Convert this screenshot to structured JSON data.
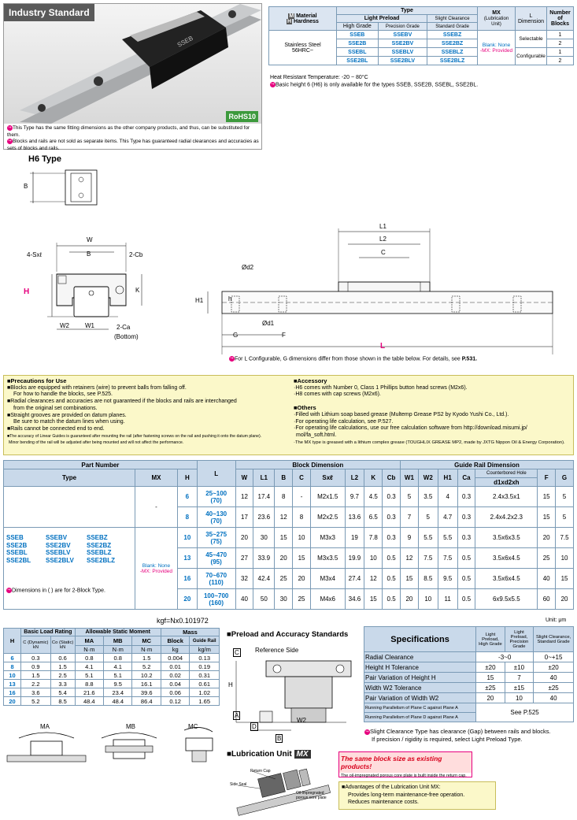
{
  "header": {
    "title": "Industry Standard",
    "rohs": "RoHS10",
    "product_label": "SSEB"
  },
  "notes_left": [
    "This Type has the same fitting dimensions as the other company products, and thus, can be substituted for them.",
    "Blocks and rails are not sold as separate items. This Type has guaranteed radial clearances and accuracies as sets of blocks and rails."
  ],
  "type_table": {
    "h_material": "Material",
    "h_hardness": "Hardness",
    "m_badge": "M",
    "h_badge": "H",
    "h_type": "Type",
    "h_light": "Light Preload",
    "h_slight": "Slight Clearance",
    "h_high": "High Grade",
    "h_precision": "Precision Grade",
    "h_standard": "Standard Grade",
    "h_mx": "MX",
    "h_mx_sub": "(Lubrication Unit)",
    "h_l": "L",
    "h_l_sub": "Dimension",
    "h_num": "Number of Blocks",
    "material": "Stainless Steel",
    "hardness": "56HRC~",
    "rows": [
      {
        "high": "SSEB",
        "precision": "SSEBV",
        "standard": "SSEBZ",
        "num": "1"
      },
      {
        "high": "SSE2B",
        "precision": "SSE2BV",
        "standard": "SSE2BZ",
        "num": "2"
      },
      {
        "high": "SSEBL",
        "precision": "SSEBLV",
        "standard": "SSEBLZ",
        "num": "1"
      },
      {
        "high": "SSE2BL",
        "precision": "SSE2BLV",
        "standard": "SSE2BLZ",
        "num": "2"
      }
    ],
    "mx_blank": "Blank: None",
    "mx_mx": "-MX: Provided",
    "l_sel": "Selectable",
    "l_conf": "Configurable"
  },
  "heat_note": "Heat Resistant Temperature: -20 ~ 80°C",
  "basic_note": "Basic height 6 (H6) is only available for the types SSEB, SSE2B, SSEBL, SSE2BL.",
  "h6": {
    "title": "H6 Type",
    "b": "B"
  },
  "dims": {
    "W": "W",
    "B": "B",
    "sx": "4-Sxℓ",
    "cb": "2-Cb",
    "H": "H",
    "K": "K",
    "W2": "W2",
    "W1": "W1",
    "ca": "2-Ca",
    "bottom": "(Bottom)",
    "L1": "L1",
    "L2": "L2",
    "C": "C",
    "d2": "Ød2",
    "H1": "H1",
    "h": "h",
    "d1": "Ød1",
    "G": "G",
    "F": "F",
    "L": "L"
  },
  "l_note": "For L Configurable, G dimensions differ from those shown in the table below. For details, see",
  "l_note_ref": "P.531.",
  "precautions": {
    "title": "Precautions for Use",
    "lines": [
      "Blocks are equipped with retainers (wire) to prevent balls from falling off.",
      "For how to handle the blocks, see P.525.",
      "Radial clearances and accuracies are not guaranteed if the blocks and rails are interchanged",
      "from the original set combinations.",
      "Straight grooves are provided on datum planes.",
      "Be sure to match the datum lines when using.",
      "Rails cannot be connected end to end.",
      "The accuracy of Linear Guides is guaranteed after mounting the rail (after fastening screws on the rail and pushing it onto the datum plane).",
      "Minor bending of the rail will be adjusted after being mounted and will not affect the performance."
    ]
  },
  "accessory": {
    "title": "Accessory",
    "lines": [
      "H6 comes with Number 0, Class 1 Phillips button head screws (M2x6).",
      "H8 comes with cap screws (M2x6)."
    ],
    "others_title": "Others",
    "others": [
      "Filled with Lithium soap based grease (Multemp Grease PS2 by Kyodo Yushi Co., Ltd.).",
      "For operating life calculation, see P.527.",
      "For operating life calculations, use our free calculation software from http://download.misumi.jp/",
      "mol/fa_soft.html.",
      "The MX type is greased with a lithium complex grease (TOUGHLIX GREASE MP2, made by JXTG Nippon Oil & Energy Corporation)."
    ]
  },
  "main_table": {
    "h_part": "Part Number",
    "h_type": "Type",
    "h_mx": "MX",
    "h_h": "H",
    "h_l": "L",
    "h_block": "Block Dimension",
    "h_rail": "Guide Rail Dimension",
    "cols_block": [
      "W",
      "L1",
      "B",
      "C",
      "Sxℓ",
      "L2",
      "K",
      "Cb"
    ],
    "cols_rail": [
      "W1",
      "W2",
      "H1",
      "Ca"
    ],
    "h_cb_hole": "Counterbored Hole",
    "h_cb_sub": "d1xd2xh",
    "h_f": "F",
    "h_g": "G",
    "mx_dash": "-",
    "types": [
      "SSEB",
      "SSEBV",
      "SSEBZ",
      "SSE2B",
      "SSE2BV",
      "SSE2BZ",
      "SSEBL",
      "SSEBLV",
      "SSEBLZ",
      "SSE2BL",
      "SSE2BLV",
      "SSE2BLZ"
    ],
    "mx_blank": "Blank: None",
    "mx_mx": "-MX: Provided",
    "dim_note": "Dimensions in ( ) are for 2-Block Type.",
    "rows": [
      [
        "6",
        "25~100",
        "(70)",
        "12",
        "17.4",
        "8",
        "-",
        "M2x1.5",
        "9.7",
        "4.5",
        "0.3",
        "5",
        "3.5",
        "4",
        "0.3",
        "2.4x3.5x1",
        "15",
        "5"
      ],
      [
        "8",
        "40~130",
        "(70)",
        "17",
        "23.6",
        "12",
        "8",
        "M2x2.5",
        "13.6",
        "6.5",
        "0.3",
        "7",
        "5",
        "4.7",
        "0.3",
        "2.4x4.2x2.3",
        "15",
        "5"
      ],
      [
        "10",
        "35~275",
        "(75)",
        "20",
        "30",
        "15",
        "10",
        "M3x3",
        "19",
        "7.8",
        "0.3",
        "9",
        "5.5",
        "5.5",
        "0.3",
        "3.5x6x3.5",
        "20",
        "7.5"
      ],
      [
        "13",
        "45~470",
        "(95)",
        "27",
        "33.9",
        "20",
        "15",
        "M3x3.5",
        "19.9",
        "10",
        "0.5",
        "12",
        "7.5",
        "7.5",
        "0.5",
        "3.5x6x4.5",
        "25",
        "10"
      ],
      [
        "16",
        "70~670",
        "(110)",
        "32",
        "42.4",
        "25",
        "20",
        "M3x4",
        "27.4",
        "12",
        "0.5",
        "15",
        "8.5",
        "9.5",
        "0.5",
        "3.5x6x4.5",
        "40",
        "15"
      ],
      [
        "20",
        "100~700",
        "(160)",
        "40",
        "50",
        "30",
        "25",
        "M4x6",
        "34.6",
        "15",
        "0.5",
        "20",
        "10",
        "11",
        "0.5",
        "6x9.5x5.5",
        "60",
        "20"
      ]
    ]
  },
  "kgf": "kgf=Nx0.101972",
  "unit": "Unit: μm",
  "load_table": {
    "h_h": "H",
    "h_basic": "Basic Load Rating",
    "h_static": "Allowable Static Moment",
    "h_mass": "Mass",
    "h_c": "C (Dynamic)",
    "h_co": "Co (Static)",
    "h_kn": "kN",
    "h_ma": "MA",
    "h_mb": "MB",
    "h_mc": "MC",
    "h_nm": "N·m",
    "h_block": "Block",
    "h_kg": "kg",
    "h_rail": "Guide Rail",
    "h_kgm": "kg/m",
    "rows": [
      [
        "6",
        "0.3",
        "0.6",
        "0.8",
        "0.8",
        "1.5",
        "0.004",
        "0.13"
      ],
      [
        "8",
        "0.9",
        "1.5",
        "4.1",
        "4.1",
        "5.2",
        "0.01",
        "0.19"
      ],
      [
        "10",
        "1.5",
        "2.5",
        "5.1",
        "5.1",
        "10.2",
        "0.02",
        "0.31"
      ],
      [
        "13",
        "2.2",
        "3.3",
        "8.8",
        "9.5",
        "16.1",
        "0.04",
        "0.61"
      ],
      [
        "16",
        "3.6",
        "5.4",
        "21.6",
        "23.4",
        "39.6",
        "0.06",
        "1.02"
      ],
      [
        "20",
        "5.2",
        "8.5",
        "48.4",
        "48.4",
        "86.4",
        "0.12",
        "1.65"
      ]
    ]
  },
  "moment_labels": {
    "ma": "MA",
    "mb": "MB",
    "mc": "MC"
  },
  "preload_std": {
    "title": "Preload and Accuracy Standards",
    "ref": "Reference Side",
    "c": "C",
    "h": "H",
    "a": "A",
    "d": "D",
    "b": "B",
    "w2": "W2"
  },
  "spec_table": {
    "title": "Specifications",
    "h_light": "Light Preload, High Grade",
    "h_precision": "Light Preload, Precision Grade",
    "h_slight": "Slight Clearance, Standard Grade",
    "rows": [
      {
        "label": "Radial Clearance",
        "a": "-3~0",
        "c": "0~+15"
      },
      {
        "label": "Height H Tolerance",
        "a": "±20",
        "b": "±10",
        "c": "±20"
      },
      {
        "label": "Pair Variation of Height H",
        "a": "15",
        "b": "7",
        "c": "40"
      },
      {
        "label": "Width W2 Tolerance",
        "a": "±25",
        "b": "±15",
        "c": "±25"
      },
      {
        "label": "Pair Variation of Width W2",
        "a": "20",
        "b": "10",
        "c": "40"
      }
    ],
    "run_c": "Running Parallelism of Plane C against Plane A",
    "run_d": "Running Parallelism of Plane D against Plane A",
    "see": "See P.525"
  },
  "slight_note1": "Slight Clearance Type has clearance (Gap) between rails and blocks.",
  "slight_note2": "If precision / rigidity is required, select Light Preload Type.",
  "lub": {
    "title": "Lubrication Unit",
    "badge": "MX",
    "return_cap": "Return Cap",
    "side_seal": "Side Seal",
    "oil": "Oil-impregnated porous core plate",
    "banner": "The same block size as existing products!",
    "banner_sub": "The oil-impregnated porous core plate is built inside the return cap.",
    "adv_title": "Advantages of the Lubrication Unit MX:",
    "adv1": "Provides long-term maintenance-free operation.",
    "adv2": "Reduces maintenance costs."
  }
}
